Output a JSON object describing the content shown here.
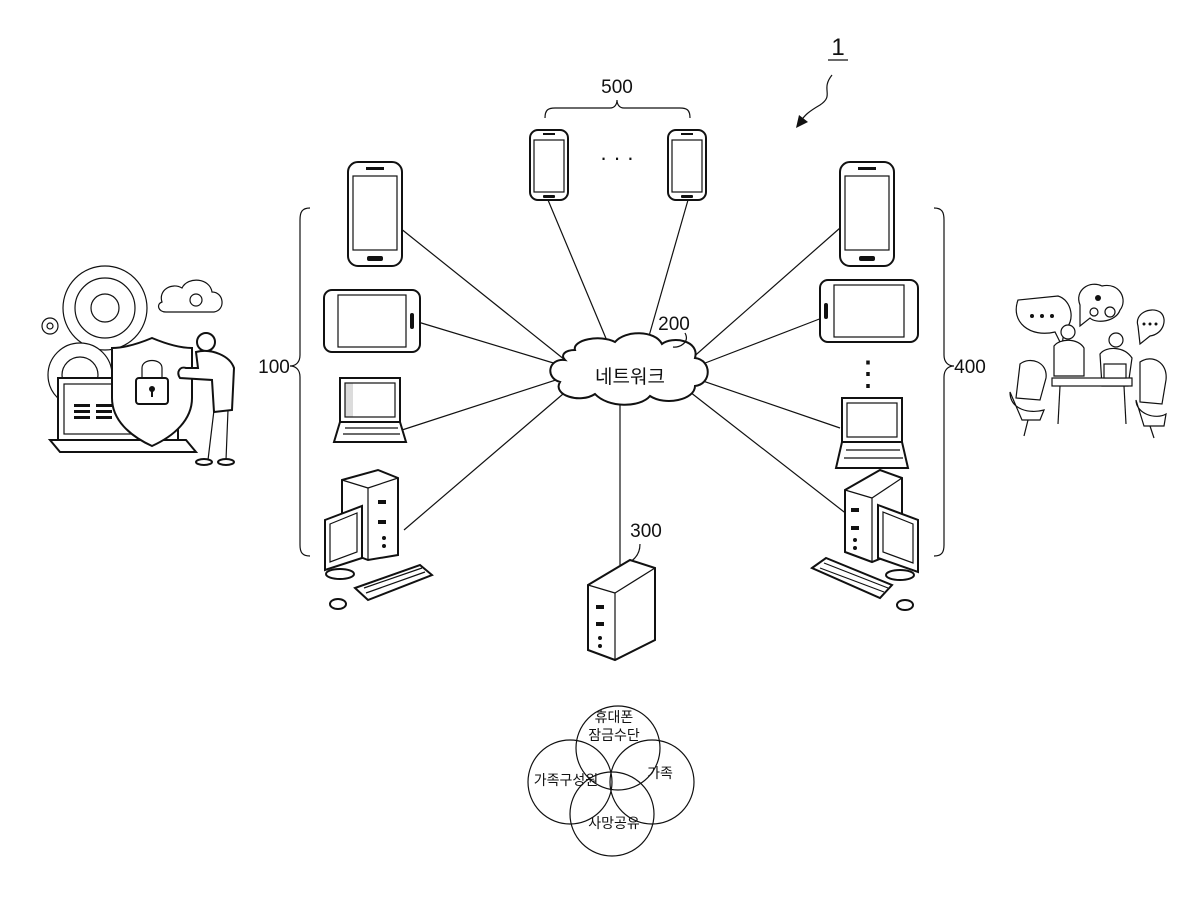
{
  "figure": {
    "ref_system": "1",
    "ref_user_devices": "100",
    "ref_network": "200",
    "ref_server": "300",
    "ref_family_devices": "400",
    "ref_extra_devices": "500",
    "network_label": "네트워크",
    "ellipsis_horizontal": "· · ·",
    "ellipsis_vertical": "⋮"
  },
  "venn": {
    "top_line1": "휴대폰",
    "top_line2": "잠금수단",
    "left": "가족구성원",
    "right": "가족",
    "bottom": "사망공유"
  },
  "icons": {
    "security": "security-user-icon",
    "meeting": "family-meeting-icon"
  }
}
